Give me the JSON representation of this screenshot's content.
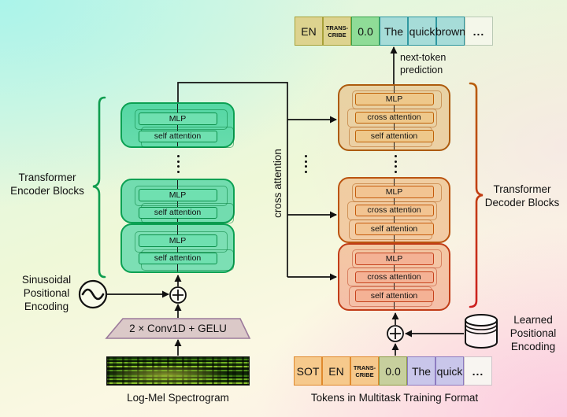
{
  "top_output_row": {
    "tokens": [
      "EN",
      "TRANS-CRIBE",
      "0.0",
      "The",
      "quick",
      "brown",
      "..."
    ]
  },
  "bottom_input_row": {
    "tokens": [
      "SOT",
      "EN",
      "TRANS-CRIBE",
      "0.0",
      "The",
      "quick",
      "..."
    ],
    "caption": "Tokens in Multitask Training Format"
  },
  "labels": {
    "next_token_prediction": "next-token prediction",
    "cross_attention_path": "cross attention",
    "encoder_group": "Transformer Encoder Blocks",
    "decoder_group": "Transformer Decoder Blocks",
    "sinusoidal_encoding": "Sinusoidal Positional Encoding",
    "learned_encoding": "Learned Positional Encoding",
    "conv_stem": "2 × Conv1D + GELU",
    "spectrogram_caption": "Log-Mel Spectrogram"
  },
  "block_labels": {
    "mlp": "MLP",
    "cross_attention": "cross attention",
    "self_attention": "self attention"
  },
  "colors": {
    "encoder_fill": "#55d7a4",
    "encoder_border": "#0ba153",
    "decoder_fill_top": "#e8d2a4",
    "decoder_fill_bottom": "#f5bfa8",
    "decoder_border_top": "#ad5b0e",
    "decoder_border_bottom": "#c13d18",
    "special_token_top": "#ddd38f",
    "timestamp_token_top": "#8fdc97",
    "text_token_top": "#a6dcd8",
    "special_token_bottom": "#f6c98c",
    "timestamp_token_bottom": "#c7cf9d",
    "text_token_bottom": "#c9c6ea",
    "line": "#111111",
    "brace_encoder": "#0f9d4f",
    "brace_decoder_start": "#b85c08",
    "brace_decoder_end": "#cc1f1f"
  }
}
